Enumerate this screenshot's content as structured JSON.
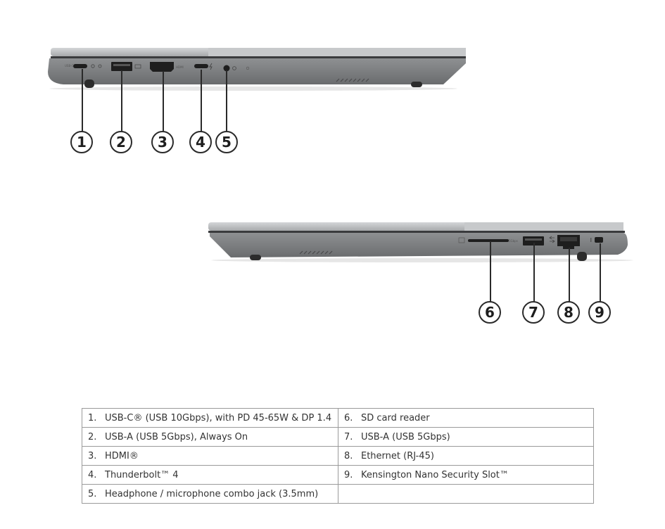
{
  "callouts": [
    "1",
    "2",
    "3",
    "4",
    "5",
    "6",
    "7",
    "8",
    "9"
  ],
  "port_labels": {
    "usb_c_small": "USB-C",
    "hdmi_small": "HDMI",
    "usb_a_small": "5Gbps"
  },
  "table": {
    "rows": [
      {
        "left_num": "1.",
        "left": "USB-C® (USB 10Gbps), with PD 45-65W & DP 1.4",
        "right_num": "6.",
        "right": "SD card reader"
      },
      {
        "left_num": "2.",
        "left": "USB-A (USB 5Gbps), Always On",
        "right_num": "7.",
        "right": "USB-A (USB 5Gbps)"
      },
      {
        "left_num": "3.",
        "left": "HDMI®",
        "right_num": "8.",
        "right": "Ethernet (RJ-45)"
      },
      {
        "left_num": "4.",
        "left": "Thunderbolt™ 4",
        "right_num": "9.",
        "right": "Kensington Nano Security Slot™"
      },
      {
        "left_num": "5.",
        "left": "Headphone / microphone combo jack (3.5mm)",
        "right_num": "",
        "right": ""
      }
    ]
  }
}
